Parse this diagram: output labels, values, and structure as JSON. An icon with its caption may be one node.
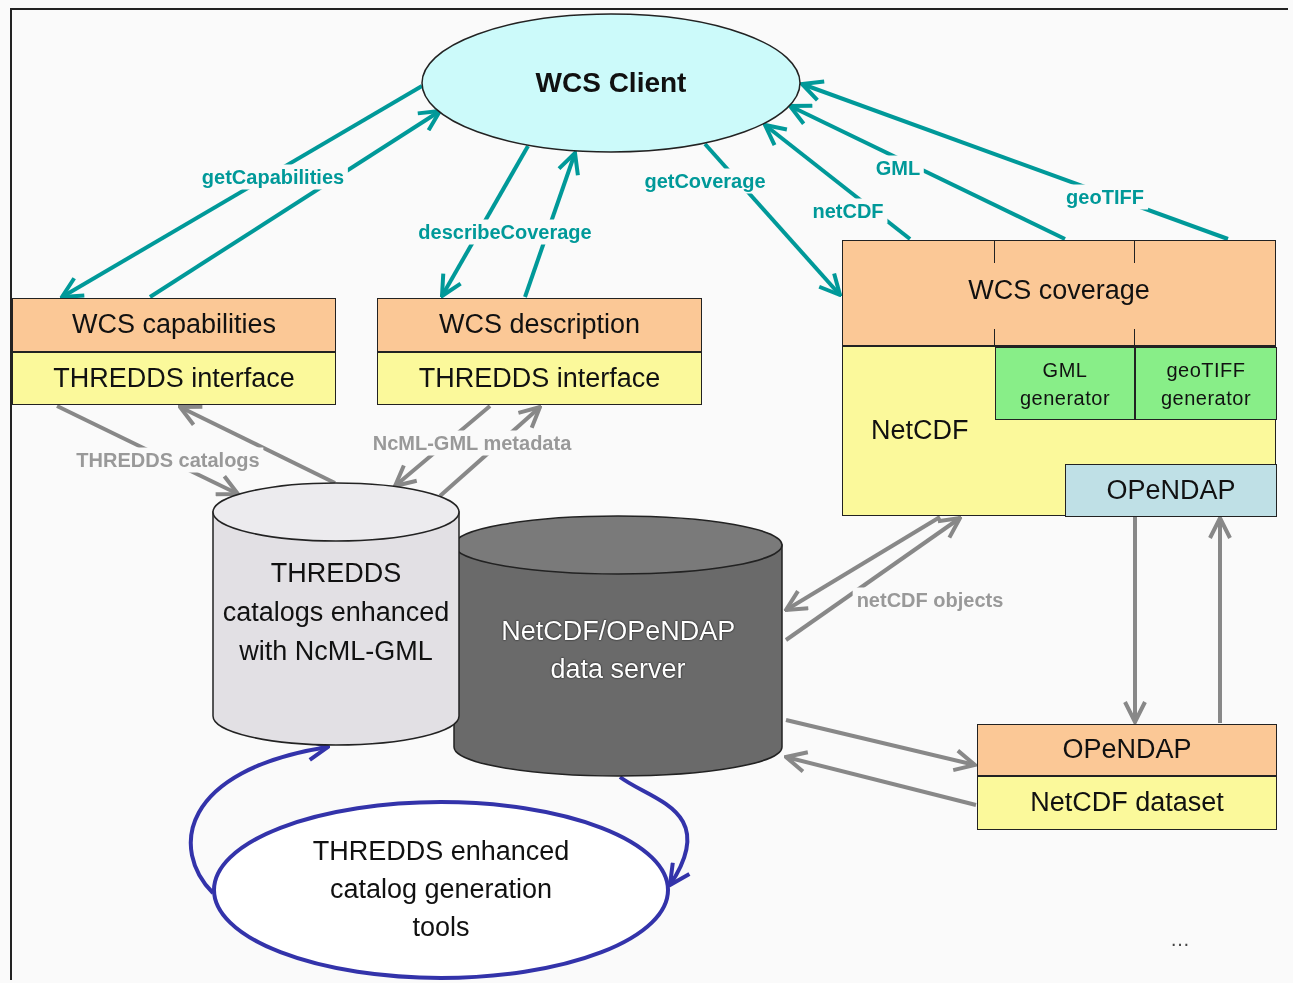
{
  "diagram": {
    "nodes": [
      {
        "text": [
          "WCS Client"
        ]
      },
      {
        "text": [
          "WCS capabilities"
        ]
      },
      {
        "text": [
          "THREDDS interface"
        ]
      },
      {
        "text": [
          "WCS description"
        ]
      },
      {
        "text": [
          "THREDDS interface"
        ]
      },
      {
        "text": [
          "WCS coverage"
        ]
      },
      {
        "text": [
          "NetCDF"
        ]
      },
      {
        "text": [
          "GML generator"
        ],
        "in": 6
      },
      {
        "text": [
          "geoTIFF generator"
        ],
        "in": 6
      },
      {
        "text": [
          "OPeNDAP"
        ],
        "in": 6
      },
      {
        "text": [
          "THREDDS catalogs enhanced with NcML-GML"
        ]
      },
      {
        "text": [
          "NetCDF/OPeNDAP data server"
        ]
      },
      {
        "text": [
          "THREDDS enhanced catalog generation tools"
        ]
      },
      {
        "text": [
          "OPeNDAP"
        ]
      },
      {
        "text": [
          "NetCDF dataset"
        ]
      }
    ],
    "edges": [
      {
        "from": 0,
        "to": 1,
        "arrow": "to",
        "label": "getCapabilities",
        "color": "#009999"
      },
      {
        "from": 1,
        "to": 0,
        "arrow": "to",
        "color": "#009999"
      },
      {
        "from": 0,
        "to": 3,
        "arrow": "to",
        "label": "describeCoverage",
        "color": "#009999"
      },
      {
        "from": 3,
        "to": 0,
        "arrow": "to",
        "color": "#009999"
      },
      {
        "from": 0,
        "to": 5,
        "arrow": "to",
        "label": "getCoverage",
        "color": "#009999"
      },
      {
        "from": 5,
        "to": 0,
        "arrow": "to",
        "label": "netCDF",
        "color": "#009999"
      },
      {
        "from": 5,
        "to": 0,
        "arrow": "to",
        "label": "GML",
        "color": "#009999"
      },
      {
        "from": 5,
        "to": 0,
        "arrow": "to",
        "label": "geoTIFF",
        "color": "#009999"
      },
      {
        "from": 2,
        "to": 10,
        "arrow": "to",
        "label": "THREDDS catalogs",
        "color": "#888888"
      },
      {
        "from": 10,
        "to": 2,
        "arrow": "to",
        "color": "#888888"
      },
      {
        "from": 4,
        "to": 10,
        "arrow": "to",
        "label": "NcML-GML metadata",
        "color": "#888888"
      },
      {
        "from": 10,
        "to": 4,
        "arrow": "to",
        "color": "#888888"
      },
      {
        "from": 6,
        "to": 11,
        "arrow": "to",
        "color": "#888888"
      },
      {
        "from": 11,
        "to": 6,
        "arrow": "to",
        "label": "netCDF objects",
        "color": "#888888"
      },
      {
        "from": 9,
        "to": 13,
        "arrow": "to",
        "color": "#888888"
      },
      {
        "from": 13,
        "to": 9,
        "arrow": "to",
        "color": "#888888"
      },
      {
        "from": 11,
        "to": 13,
        "arrow": "to",
        "color": "#888888"
      },
      {
        "from": 14,
        "to": 11,
        "arrow": "to",
        "color": "#888888"
      },
      {
        "from": 12,
        "to": 10,
        "arrow": "to",
        "color": "#3333aa"
      },
      {
        "from": 11,
        "to": 12,
        "arrow": "to",
        "color": "#3333aa"
      }
    ],
    "labels": [
      "…"
    ]
  }
}
